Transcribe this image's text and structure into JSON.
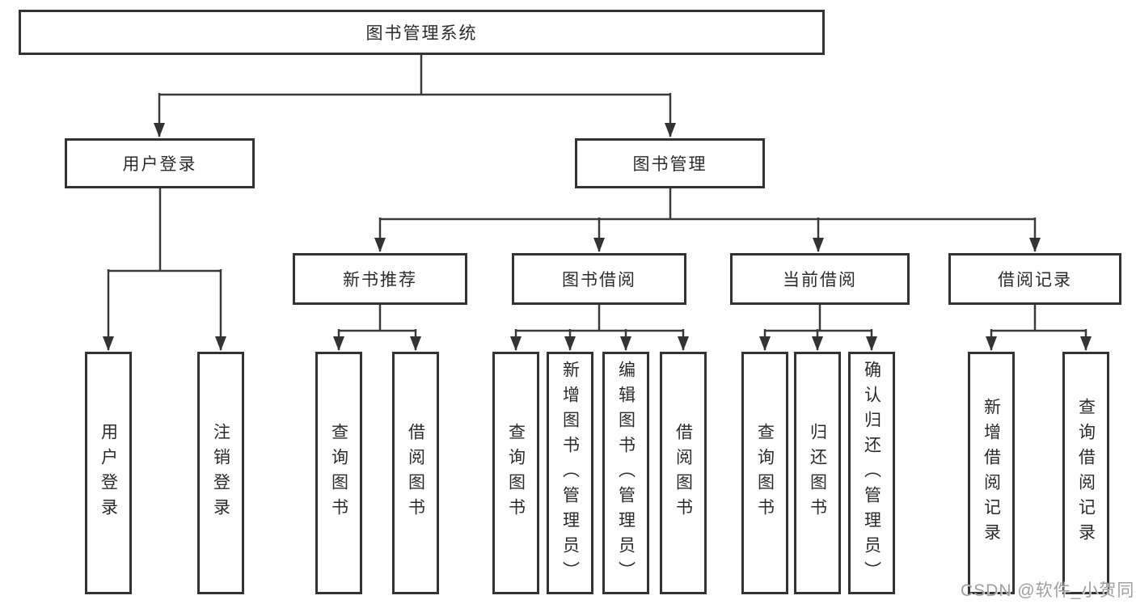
{
  "diagram": {
    "root": {
      "label": "图书管理系统"
    },
    "level2": [
      {
        "label": "用户登录"
      },
      {
        "label": "图书管理"
      }
    ],
    "level3": [
      {
        "label": "新书推荐"
      },
      {
        "label": "图书借阅"
      },
      {
        "label": "当前借阅"
      },
      {
        "label": "借阅记录"
      }
    ],
    "leaves": {
      "user_login": [
        {
          "label": "用户登录"
        },
        {
          "label": "注销登录"
        }
      ],
      "new_book": [
        {
          "label": "查询图书"
        },
        {
          "label": "借阅图书"
        }
      ],
      "borrow": [
        {
          "label": "查询图书"
        },
        {
          "label": "新增图书（管理员）"
        },
        {
          "label": "编辑图书（管理员）"
        },
        {
          "label": "借阅图书"
        }
      ],
      "current": [
        {
          "label": "查询图书"
        },
        {
          "label": "归还图书"
        },
        {
          "label": "确认归还（管理员）"
        }
      ],
      "records": [
        {
          "label": "新增借阅记录"
        },
        {
          "label": "查询借阅记录"
        }
      ]
    },
    "line_color": "#3a3a3a",
    "border_color": "#333333"
  },
  "watermark": {
    "text": "CSDN @软件_小贺同学"
  }
}
